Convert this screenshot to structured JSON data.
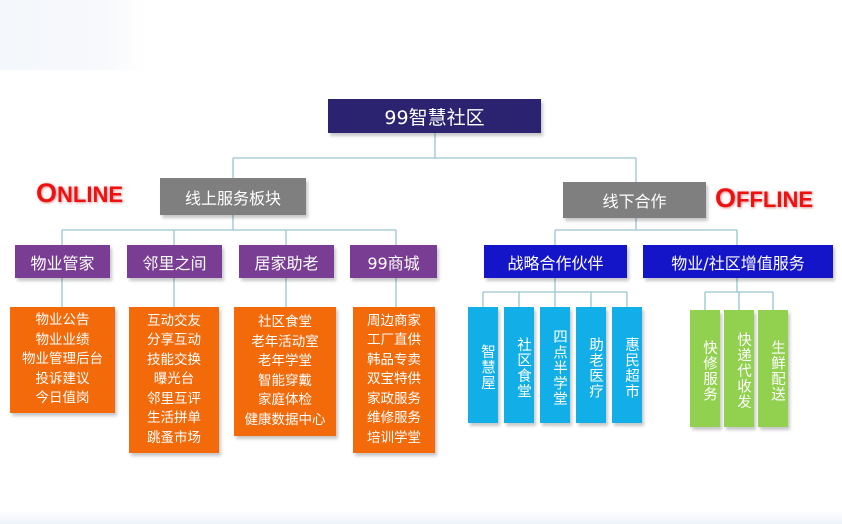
{
  "root": "99智慧社区",
  "online": {
    "label_first": "O",
    "label_rest": "NLINE",
    "section": "线上服务板块",
    "categories": [
      {
        "title": "物业管家",
        "items": [
          "物业公告",
          "物业业绩",
          "物业管理后台",
          "投诉建议",
          "今日值岗"
        ]
      },
      {
        "title": "邻里之间",
        "items": [
          "互动交友",
          "分享互动",
          "技能交换",
          "曝光台",
          "邻里互评",
          "生活拼单",
          "跳蚤市场"
        ]
      },
      {
        "title": "居家助老",
        "items": [
          "社区食堂",
          "老年活动室",
          "老年学堂",
          "智能穿戴",
          "家庭体检",
          "健康数据中心"
        ]
      },
      {
        "title": "99商城",
        "items": [
          "周边商家",
          "工厂直供",
          "韩品专卖",
          "双宝特供",
          "家政服务",
          "维修服务",
          "培训学堂"
        ]
      }
    ]
  },
  "offline": {
    "label_first": "O",
    "label_rest": "FFLINE",
    "section": "线下合作",
    "categories": [
      {
        "title": "战略合作伙伴",
        "items": [
          "智慧屋",
          "社区食堂",
          "四点半学堂",
          "助老医疗",
          "惠民超市"
        ]
      },
      {
        "title": "物业/社区增值服务",
        "items": [
          "快修服务",
          "快递代收发",
          "生鲜配送"
        ]
      }
    ]
  },
  "colors": {
    "root": "#2b2370",
    "section": "#7f7f7f",
    "online_category": "#7a3d94",
    "online_items": "#f26a0a",
    "offline_category": "#1414c8",
    "partner_items": "#12aee8",
    "service_items": "#92d050",
    "side_label": "#ee1111",
    "connector": "#9cc3cf"
  }
}
